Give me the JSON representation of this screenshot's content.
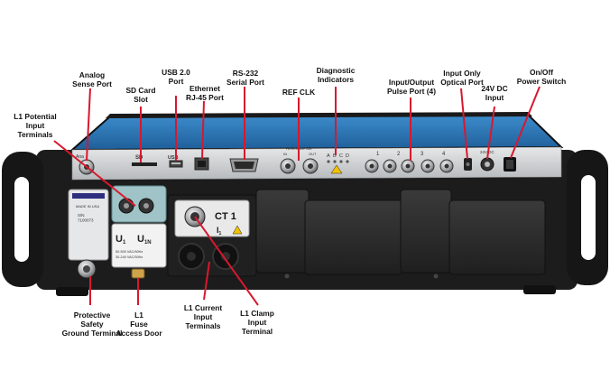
{
  "labels": {
    "analog_sense": "Analog\nSense Port",
    "sd_card": "SD Card\nSlot",
    "usb": "USB 2.0\nPort",
    "ethernet": "Ethernet\nRJ-45 Port",
    "rs232": "RS-232\nSerial Port",
    "ref_clk": "REF CLK",
    "diagnostic": "Diagnostic\nIndicators",
    "io_pulse": "Input/Output\nPulse Port (4)",
    "optical": "Input Only\nOptical Port",
    "dc24": "24V DC\nInput",
    "power_switch": "On/Off\nPower Switch",
    "l1_potential": "L1 Potential\nInput\nTerminals",
    "ground": "Protective\nSafety\nGround Terminal",
    "fuse": "L1\nFuse\nAccess Door",
    "l1_current": "L1 Current\nInput\nTerminals",
    "l1_clamp": "L1 Clamp\nInput\nTerminal"
  },
  "panel_text": {
    "analog_port_label": "Ana",
    "sd_label": "SD",
    "usb_label": "USB",
    "ref_clk_sub": "Reference Clk",
    "ref_in": "IN",
    "ref_out": "OUT",
    "diag_letters": [
      "A",
      "B",
      "C",
      "D"
    ],
    "pulse_numbers": [
      "1",
      "2",
      "3",
      "4"
    ],
    "dc_label": "24V DC",
    "ct_label": "CT 1",
    "i_label": "I",
    "i_sub": "1",
    "u1": "U",
    "u1_sub": "1",
    "u1n": "U",
    "u1n_sub": "1N",
    "u_spec1": "50-500 VAC/60Hz",
    "u_spec2": "30-240 VAC/50Hz",
    "made_in": "MADE IN USA",
    "serial": "S/N\n7100073"
  },
  "colors": {
    "chassis": "#1b1b1b",
    "blue_top": "#2f78b8",
    "panel_silver": "#d4d6d8",
    "pointer": "#d8182f",
    "gray_box": "#2c2c2c"
  }
}
